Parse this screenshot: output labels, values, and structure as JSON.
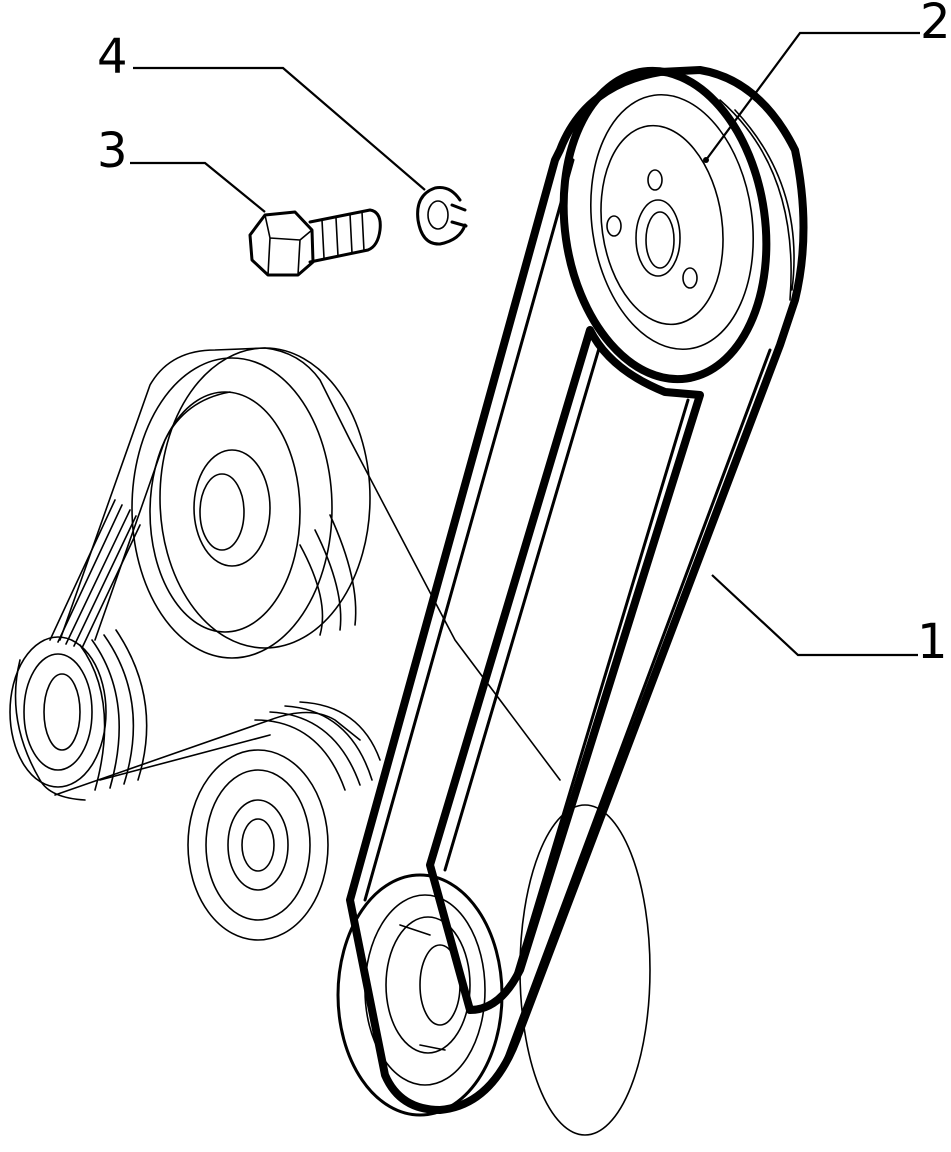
{
  "callouts": {
    "belt": "1",
    "pulley": "2",
    "bolt": "3",
    "washer": "4"
  },
  "colors": {
    "ink": "#000000",
    "paper": "#ffffff"
  }
}
